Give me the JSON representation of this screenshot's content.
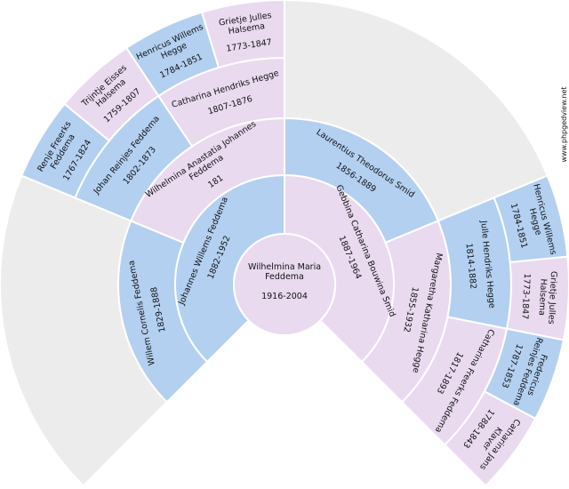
{
  "colors": {
    "male": "#b3d0f1",
    "female": "#e9daf0",
    "empty": "#ececec",
    "separator": "#ffffff"
  },
  "watermark": "www.phpgedview.net",
  "root": {
    "lines": [
      "Wilhelmina Maria",
      "Feddema"
    ],
    "dates": "1916-2004"
  },
  "people": [
    {
      "gen": 1,
      "slot": 0,
      "sex": "male",
      "lines": [
        "Johannes Willems Feddema"
      ],
      "dates": "1882-1952"
    },
    {
      "gen": 1,
      "slot": 1,
      "sex": "female",
      "lines": [
        "Gebbina Catharina Bouwina Smid"
      ],
      "dates": "1887-1964"
    },
    {
      "gen": 2,
      "slot": 0,
      "sex": "male",
      "lines": [
        "Willem Cornelis Feddema"
      ],
      "dates": "1829-1888"
    },
    {
      "gen": 2,
      "slot": 1,
      "sex": "female",
      "lines": [
        "Wilhelmina Anastatia Johannes",
        "Feddema"
      ],
      "dates": "181"
    },
    {
      "gen": 2,
      "slot": 2,
      "sex": "male",
      "lines": [
        "Laurentius Theodorus Smid"
      ],
      "dates": "1856-1889"
    },
    {
      "gen": 2,
      "slot": 3,
      "sex": "female",
      "lines": [
        "Margaretha Katharina Hegge"
      ],
      "dates": "1855-1932"
    },
    {
      "gen": 3,
      "slot": 2,
      "sex": "male",
      "lines": [
        "Johan Reinjes Feddema"
      ],
      "dates": "1802-1873"
    },
    {
      "gen": 3,
      "slot": 3,
      "sex": "female",
      "lines": [
        "Catharina Hendriks Hegge"
      ],
      "dates": "1807-1876"
    },
    {
      "gen": 3,
      "slot": 6,
      "sex": "male",
      "lines": [
        "Julle Hendriks Hegge"
      ],
      "dates": "1814-1882"
    },
    {
      "gen": 3,
      "slot": 7,
      "sex": "female",
      "lines": [
        "Catharina Freerks Feddema"
      ],
      "dates": "1817-1893"
    },
    {
      "gen": 4,
      "slot": 4,
      "sex": "male",
      "lines": [
        "Renje Freerks",
        "Feddema"
      ],
      "dates": "1767-1824"
    },
    {
      "gen": 4,
      "slot": 5,
      "sex": "female",
      "lines": [
        "Trijntje Eisses",
        "Halsema"
      ],
      "dates": "1759-1807"
    },
    {
      "gen": 4,
      "slot": 6,
      "sex": "male",
      "lines": [
        "Henricus Willems",
        "Hegge"
      ],
      "dates": "1784-1851"
    },
    {
      "gen": 4,
      "slot": 7,
      "sex": "female",
      "lines": [
        "Grietje Julles",
        "Halsema"
      ],
      "dates": "1773-1847"
    },
    {
      "gen": 4,
      "slot": 12,
      "sex": "male",
      "lines": [
        "Henricus Willems",
        "Hegge"
      ],
      "dates": "1784-1851"
    },
    {
      "gen": 4,
      "slot": 13,
      "sex": "female",
      "lines": [
        "Grietje Julles",
        "Halsema"
      ],
      "dates": "1773-1847"
    },
    {
      "gen": 4,
      "slot": 14,
      "sex": "male",
      "lines": [
        "Fredericus",
        "Reinjes Feddema"
      ],
      "dates": "1787-1853"
    },
    {
      "gen": 4,
      "slot": 15,
      "sex": "female",
      "lines": [
        "Catharina Jans",
        "Klaver"
      ],
      "dates": "1788-1843"
    }
  ],
  "unknown": [
    {
      "gen_from": 3,
      "slots": [
        0,
        1
      ]
    },
    {
      "gen_from": 3,
      "slots": [
        4,
        5
      ]
    }
  ]
}
